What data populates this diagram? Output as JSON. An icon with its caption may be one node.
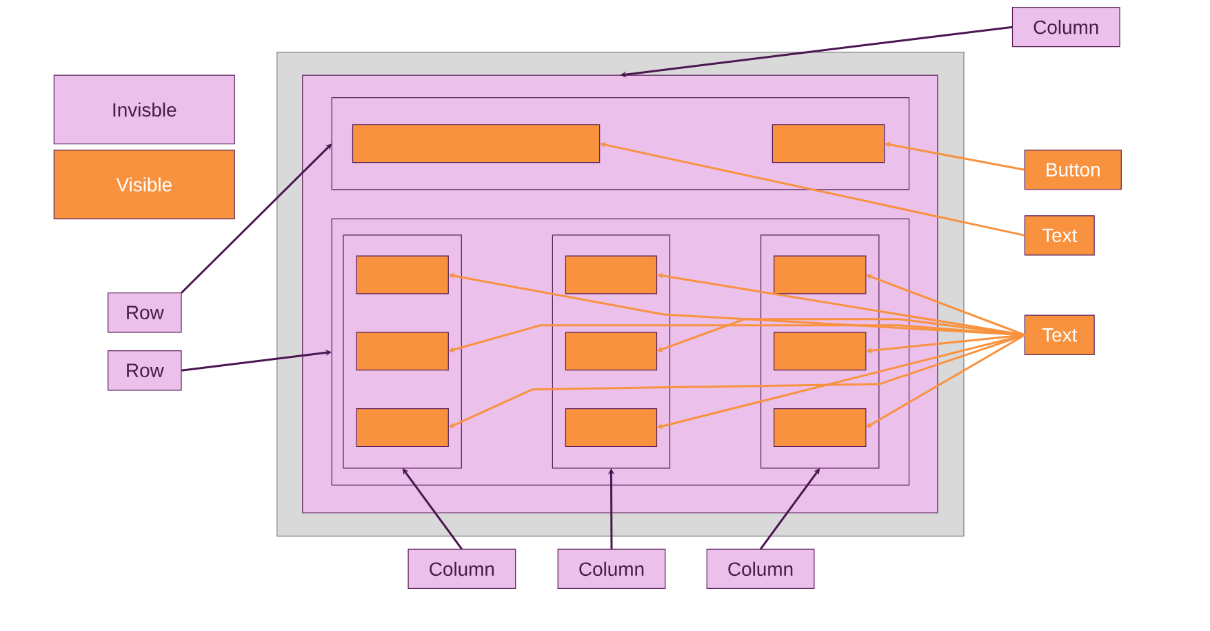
{
  "diagram": {
    "nodes": [
      {
        "text": [],
        "shape": "box"
      },
      {
        "text": [],
        "shape": "box",
        "in": 0
      },
      {
        "text": [],
        "shape": "box",
        "in": 1
      },
      {
        "text": [],
        "shape": "box",
        "in": 2
      },
      {
        "text": [],
        "shape": "box",
        "in": 2
      },
      {
        "text": [],
        "shape": "box",
        "in": 1
      },
      {
        "text": [],
        "shape": "box",
        "in": 5
      },
      {
        "text": [],
        "shape": "box",
        "in": 6
      },
      {
        "text": [],
        "shape": "box",
        "in": 6
      },
      {
        "text": [],
        "shape": "box",
        "in": 6
      },
      {
        "text": [],
        "shape": "box",
        "in": 5
      },
      {
        "text": [],
        "shape": "box",
        "in": 10
      },
      {
        "text": [],
        "shape": "box",
        "in": 10
      },
      {
        "text": [],
        "shape": "box",
        "in": 10
      },
      {
        "text": [],
        "shape": "box",
        "in": 5
      },
      {
        "text": [],
        "shape": "box",
        "in": 14
      },
      {
        "text": [],
        "shape": "box",
        "in": 14
      },
      {
        "text": [],
        "shape": "box",
        "in": 14
      },
      {
        "text": [
          "Column"
        ]
      },
      {
        "text": [
          "Button"
        ]
      },
      {
        "text": [
          "Text"
        ]
      },
      {
        "text": [
          "Text"
        ]
      },
      {
        "text": [
          "Row"
        ]
      },
      {
        "text": [
          "Row"
        ]
      },
      {
        "text": [
          "Column"
        ]
      },
      {
        "text": [
          "Column"
        ]
      },
      {
        "text": [
          "Column"
        ]
      }
    ],
    "edges": [
      {
        "from": 18,
        "to": 1,
        "arrow": "to",
        "color": "#4a1650"
      },
      {
        "from": 22,
        "to": 2,
        "arrow": "to",
        "color": "#4a1650"
      },
      {
        "from": 23,
        "to": 5,
        "arrow": "to",
        "color": "#4a1650"
      },
      {
        "from": 24,
        "to": 6,
        "arrow": "to",
        "color": "#4a1650"
      },
      {
        "from": 25,
        "to": 10,
        "arrow": "to",
        "color": "#4a1650"
      },
      {
        "from": 26,
        "to": 14,
        "arrow": "to",
        "color": "#4a1650"
      },
      {
        "from": 19,
        "to": 4,
        "arrow": "to"
      },
      {
        "from": 20,
        "to": 3,
        "arrow": "to"
      },
      {
        "from": 21,
        "to": 7,
        "arrow": "to"
      },
      {
        "from": 21,
        "to": 8,
        "arrow": "to"
      },
      {
        "from": 21,
        "to": 9,
        "arrow": "to"
      },
      {
        "from": 21,
        "to": 11,
        "arrow": "to"
      },
      {
        "from": 21,
        "to": 12,
        "arrow": "to"
      },
      {
        "from": 21,
        "to": 13,
        "arrow": "to"
      },
      {
        "from": 21,
        "to": 15,
        "arrow": "to"
      },
      {
        "from": 21,
        "to": 16,
        "arrow": "to"
      },
      {
        "from": 21,
        "to": 17,
        "arrow": "to"
      }
    ],
    "legend": [
      {
        "text": "Invisble",
        "color": "#ebc0ea"
      },
      {
        "text": "Visible",
        "color": "#f8923f"
      }
    ]
  }
}
